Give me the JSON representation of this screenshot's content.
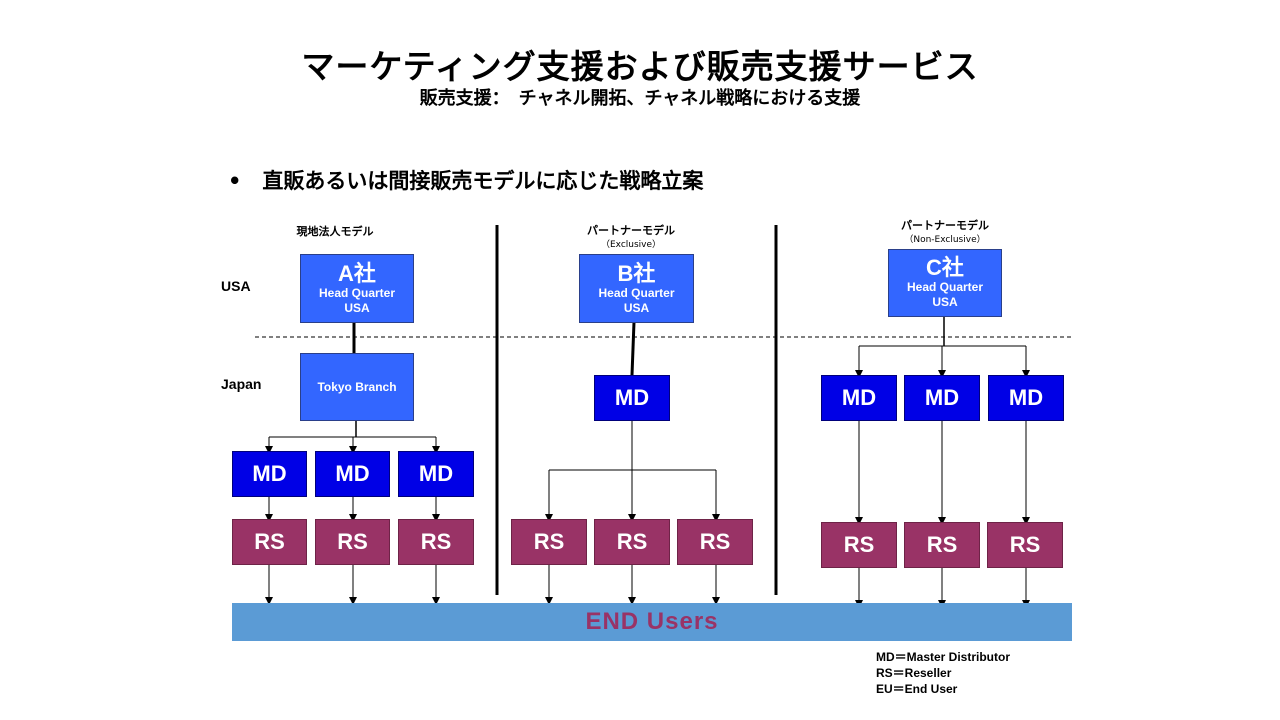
{
  "title": "マーケティング支援および販売支援サービス",
  "subtitle": "販売支援：　チャネル開拓、チャネル戦略における支援",
  "bullet": "•　直販あるいは間接販売モデルに応じた戦略立案",
  "regions": {
    "usa": "USA",
    "japan": "Japan"
  },
  "columns": {
    "a": {
      "label": "現地法人モデル",
      "hq_name": "A社",
      "hq_line1": "Head Quarter",
      "hq_line2": "USA",
      "branch": "Tokyo  Branch"
    },
    "b": {
      "label": "パートナーモデル",
      "sub": "（Exclusive）",
      "hq_name": "B社",
      "hq_line1": "Head Quarter",
      "hq_line2": "USA"
    },
    "c": {
      "label": "パートナーモデル",
      "sub": "（Non-Exclusive）",
      "hq_name": "C社",
      "hq_line1": "Head Quarter",
      "hq_line2": "USA"
    }
  },
  "md_label": "MD",
  "rs_label": "RS",
  "end_users": "END  Users",
  "legend": {
    "md": "MD＝Master Distributor",
    "rs": "RS＝Reseller",
    "eu": "EU＝End User"
  },
  "colors": {
    "hq": "#3366ff",
    "md": "#0000e6",
    "rs": "#993366",
    "end_users_bar": "#5b9bd5",
    "end_users_text": "#993366"
  }
}
